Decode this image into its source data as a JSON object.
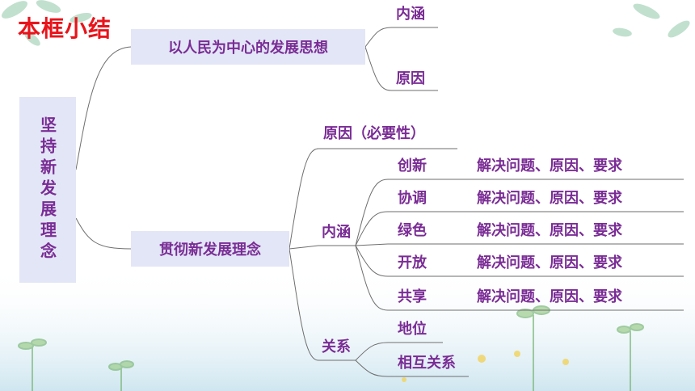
{
  "title": "本框小结",
  "root": "坚持新发展理念",
  "branch1": {
    "label": "以人民为中心的发展思想",
    "children": [
      "内涵",
      "原因"
    ]
  },
  "branch2": {
    "label": "贯彻新发展理念",
    "reason": "原因（必要性）",
    "connotation": {
      "label": "内涵",
      "items": [
        {
          "name": "创新",
          "note": "解决问题、原因、要求"
        },
        {
          "name": "协调",
          "note": "解决问题、原因、要求"
        },
        {
          "name": "绿色",
          "note": "解决问题、原因、要求"
        },
        {
          "name": "开放",
          "note": "解决问题、原因、要求"
        },
        {
          "name": "共享",
          "note": "解决问题、原因、要求"
        }
      ]
    },
    "relation": {
      "label": "关系",
      "items": [
        "地位",
        "相互关系"
      ]
    }
  }
}
